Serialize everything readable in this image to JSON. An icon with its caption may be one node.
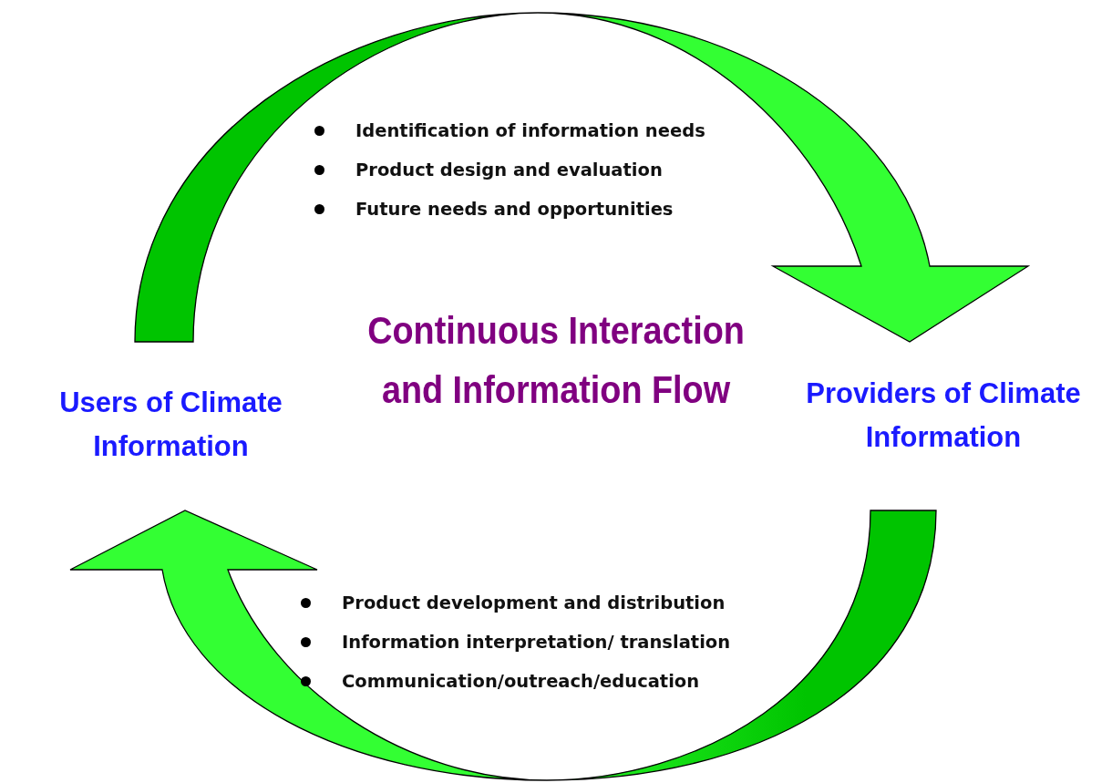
{
  "diagram": {
    "nodes": [
      {
        "text": [
          "Users of Climate Information"
        ]
      },
      {
        "text": [
          "Providers of Climate Information"
        ]
      }
    ],
    "edges": [
      {
        "from": 0,
        "to": 1,
        "arrow": "to"
      },
      {
        "from": 1,
        "to": 0,
        "arrow": "to"
      }
    ],
    "labels": [
      "Identification of information needs",
      "Product design and evaluation",
      "Future needs and opportunities",
      "Continuous Interaction and Information Flow",
      "Product development and distribution",
      "Information interpretation/ translation",
      "Communication/outreach/education"
    ]
  }
}
